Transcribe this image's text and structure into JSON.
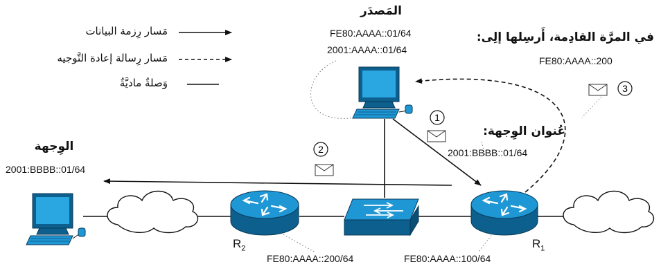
{
  "legend": {
    "packet_path": "مَسار رِزمة البيانات",
    "redirect_path": "مَسار رِسالة إعادة التَّوجيه",
    "physical_link": "وَصلةٌ ماديَّةٌ"
  },
  "source": {
    "title": "المَصدَر",
    "addr_link_local": "FE80:AAAA::01/64",
    "addr_global": "2001:AAAA::01/64"
  },
  "destination": {
    "title": "الوِجهة",
    "addr": "2001:BBBB::01/64"
  },
  "next_time": {
    "title": "في المرَّة القادِمة، أَرسِلها إلِى:",
    "addr": "FE80:AAAA::200"
  },
  "dest_address": {
    "title": "عُنوان الوِجهة:",
    "addr": "2001:BBBB::01/64"
  },
  "steps": {
    "one": "1",
    "two": "2",
    "three": "3"
  },
  "routers": {
    "r1": {
      "name": "R",
      "sub": "1",
      "addr": "FE80:AAAA::100/64"
    },
    "r2": {
      "name": "R",
      "sub": "2",
      "addr": "FE80:AAAA::200/64"
    }
  },
  "colors": {
    "device_blue": "#1f97d4",
    "device_dark": "#0d5f8e",
    "line": "#111111"
  }
}
